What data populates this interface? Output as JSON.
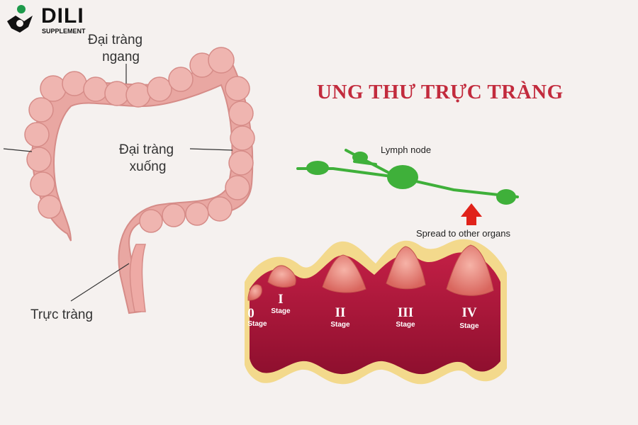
{
  "logo": {
    "brand": "DILI",
    "tagline": "SUPPLEMENT"
  },
  "title": "UNG THƯ TRỰC TRÀNG",
  "colon_labels": {
    "transverse": [
      "Đại tràng",
      "ngang"
    ],
    "descending": [
      "Đại tràng",
      "xuống"
    ],
    "rectum": "Trực tràng"
  },
  "lymph": {
    "node_label": "Lymph node",
    "spread_label": "Spread to other organs"
  },
  "stages": [
    {
      "num": "0",
      "word": "Stage"
    },
    {
      "num": "I",
      "word": "Stage"
    },
    {
      "num": "II",
      "word": "Stage"
    },
    {
      "num": "III",
      "word": "Stage"
    },
    {
      "num": "IV",
      "word": "Stage"
    }
  ],
  "colors": {
    "title": "#c22b3d",
    "logo_green": "#1e9a4b",
    "colon": "#e9a7a2",
    "lymph": "#3fb03a",
    "wall": "#a9163a",
    "arrow": "#e0221a"
  }
}
